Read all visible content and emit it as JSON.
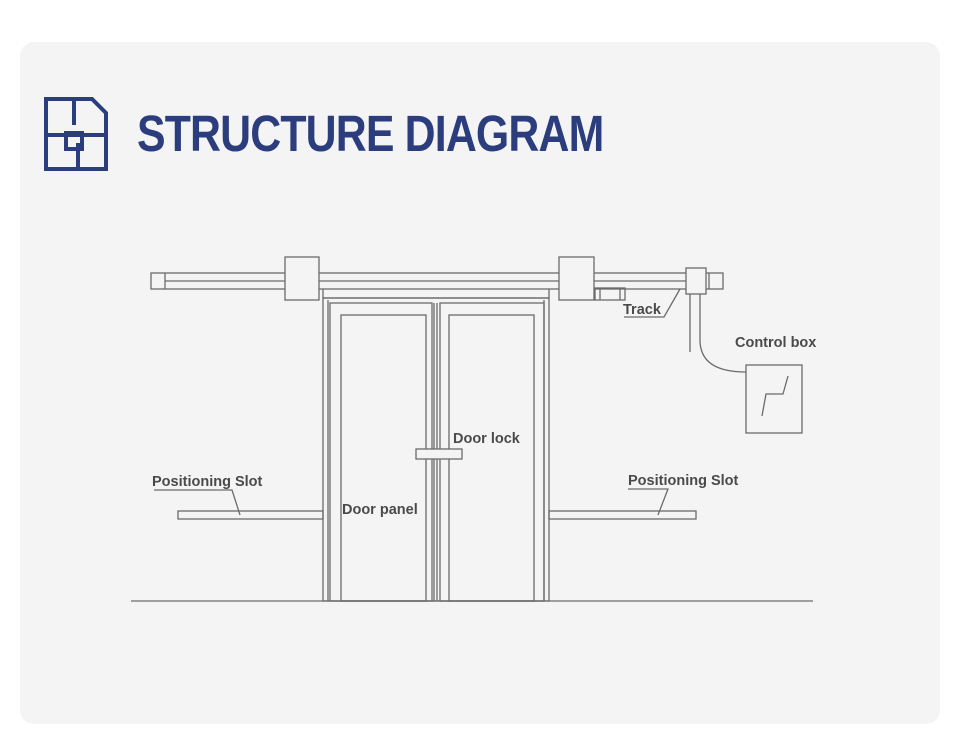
{
  "header": {
    "title": "STRUCTURE DIAGRAM",
    "icon": "floor-plan-icon",
    "accent_color": "#2b3d7d"
  },
  "labels": {
    "track": "Track",
    "control_box": "Control box",
    "door_lock": "Door lock",
    "positioning_slot_left": "Positioning Slot",
    "positioning_slot_right": "Positioning Slot",
    "door_panel": "Door panel"
  }
}
